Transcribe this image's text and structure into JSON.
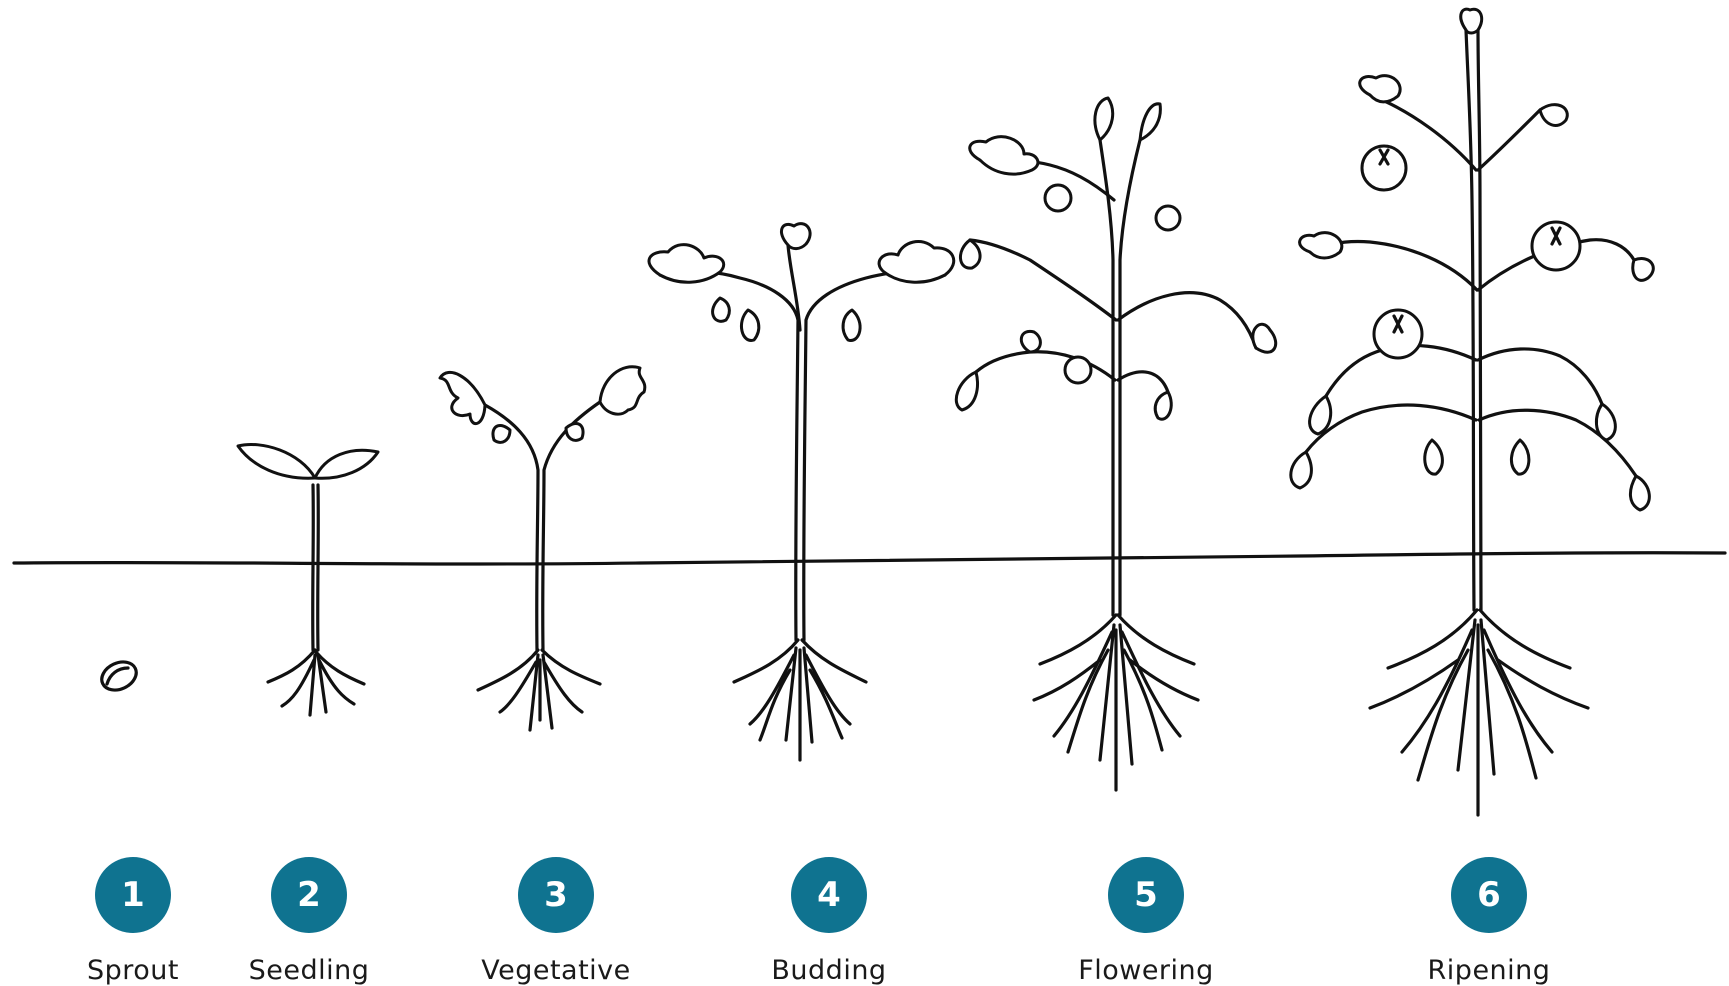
{
  "stages": [
    {
      "number": "1",
      "label": "Sprout"
    },
    {
      "number": "2",
      "label": "Seedling"
    },
    {
      "number": "3",
      "label": "Vegetative"
    },
    {
      "number": "4",
      "label": "Budding"
    },
    {
      "number": "5",
      "label": "Flowering"
    },
    {
      "number": "6",
      "label": "Ripening"
    }
  ],
  "colors": {
    "badge": "#0f7390",
    "ink": "#111111",
    "background": "#ffffff"
  },
  "icons": [
    "seed-icon",
    "seedling-icon",
    "vegetative-plant-icon",
    "budding-plant-icon",
    "flowering-plant-icon",
    "ripening-plant-icon"
  ]
}
